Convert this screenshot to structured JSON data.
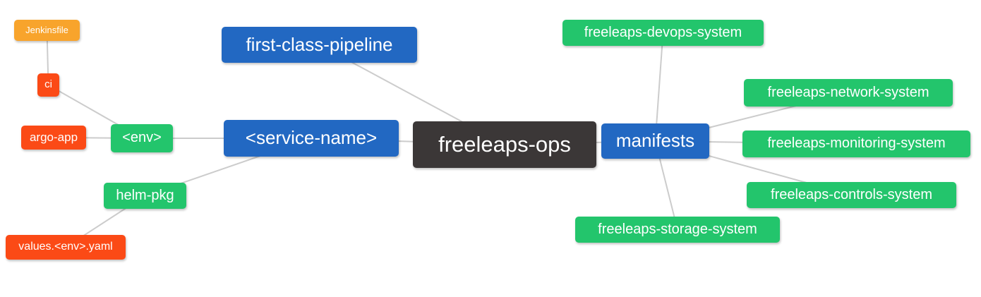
{
  "diagram": {
    "nodes": [
      {
        "id": "jenkinsfile",
        "label": "Jenkinsfile",
        "color": "orange"
      },
      {
        "id": "ci",
        "label": "ci",
        "color": "red"
      },
      {
        "id": "argo-app",
        "label": "argo-app",
        "color": "red"
      },
      {
        "id": "env",
        "label": "<env>",
        "color": "green"
      },
      {
        "id": "first-class-pipeline",
        "label": "first-class-pipeline",
        "color": "blue"
      },
      {
        "id": "service-name",
        "label": "<service-name>",
        "color": "blue"
      },
      {
        "id": "freeleaps-ops",
        "label": "freeleaps-ops",
        "color": "dark"
      },
      {
        "id": "manifests",
        "label": "manifests",
        "color": "blue"
      },
      {
        "id": "devops-system",
        "label": "freeleaps-devops-system",
        "color": "green"
      },
      {
        "id": "network-system",
        "label": "freeleaps-network-system",
        "color": "green"
      },
      {
        "id": "monitoring-system",
        "label": "freeleaps-monitoring-system",
        "color": "green"
      },
      {
        "id": "controls-system",
        "label": "freeleaps-controls-system",
        "color": "green"
      },
      {
        "id": "storage-system",
        "label": "freeleaps-storage-system",
        "color": "green"
      },
      {
        "id": "helm-pkg",
        "label": "helm-pkg",
        "color": "green"
      },
      {
        "id": "values-env-yaml",
        "label": "values.<env>.yaml",
        "color": "red"
      }
    ],
    "edges": [
      {
        "from": "jenkinsfile",
        "to": "ci"
      },
      {
        "from": "ci",
        "to": "env"
      },
      {
        "from": "argo-app",
        "to": "env"
      },
      {
        "from": "env",
        "to": "service-name"
      },
      {
        "from": "service-name",
        "to": "freeleaps-ops"
      },
      {
        "from": "first-class-pipeline",
        "to": "freeleaps-ops"
      },
      {
        "from": "helm-pkg",
        "to": "service-name"
      },
      {
        "from": "values-env-yaml",
        "to": "helm-pkg"
      },
      {
        "from": "freeleaps-ops",
        "to": "manifests"
      },
      {
        "from": "manifests",
        "to": "devops-system"
      },
      {
        "from": "manifests",
        "to": "network-system"
      },
      {
        "from": "manifests",
        "to": "monitoring-system"
      },
      {
        "from": "manifests",
        "to": "controls-system"
      },
      {
        "from": "manifests",
        "to": "storage-system"
      }
    ]
  },
  "colors": {
    "orange": "#F8A42C",
    "red": "#FB4A16",
    "green": "#23C56C",
    "blue": "#2268C2",
    "dark": "#3B3737",
    "edge": "#CCCCCC",
    "text": "#FFFFFF",
    "background": "#FFFFFF"
  }
}
